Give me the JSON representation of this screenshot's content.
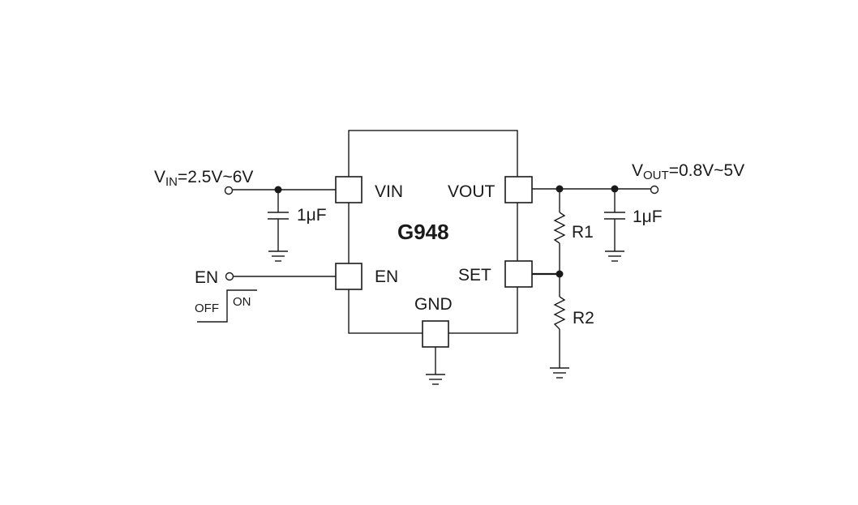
{
  "chip": {
    "name": "G948",
    "pins": {
      "vin": "VIN",
      "vout": "VOUT",
      "en": "EN",
      "set": "SET",
      "gnd": "GND"
    }
  },
  "input": {
    "main": "V",
    "sub": "IN",
    "range": "=2.5V~6V"
  },
  "output": {
    "main": "V",
    "sub": "OUT",
    "range": "=0.8V~5V"
  },
  "capacitors": {
    "input": "1μF",
    "output": "1μF"
  },
  "resistors": {
    "r1": "R1",
    "r2": "R2"
  },
  "enable": {
    "label": "EN",
    "off": "OFF",
    "on": "ON"
  }
}
